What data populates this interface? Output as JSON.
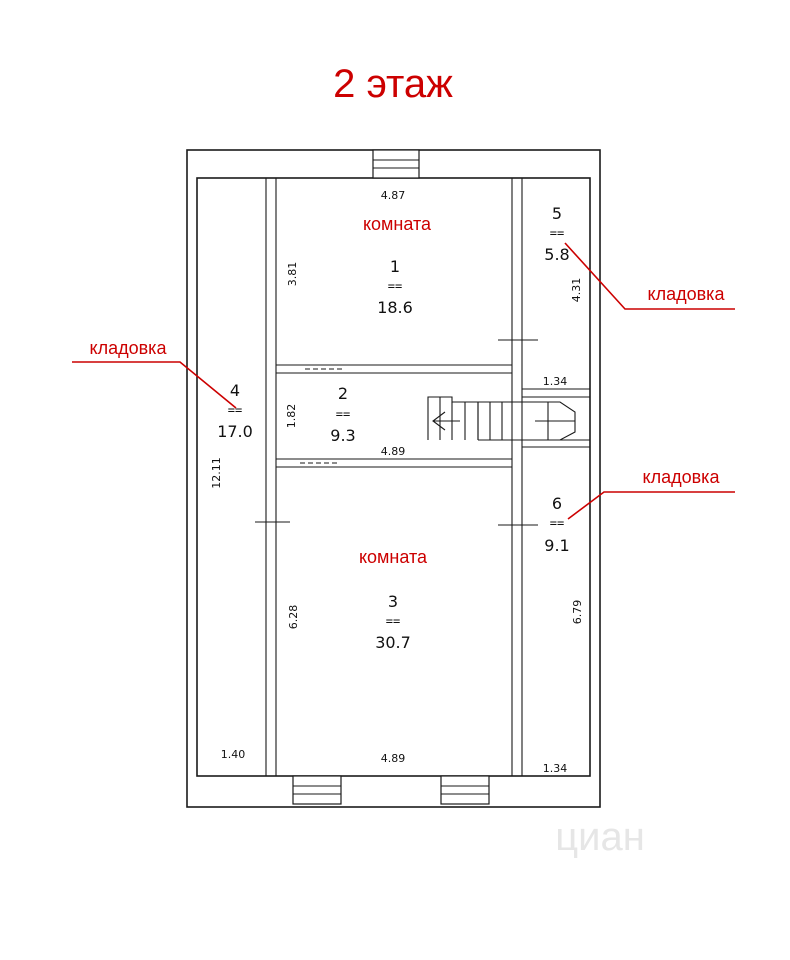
{
  "title": "2 этаж",
  "labels": {
    "room": "комната",
    "storage": "кладовка"
  },
  "equals_sign": "==",
  "rooms": [
    {
      "number": "1",
      "area": "18.6"
    },
    {
      "number": "2",
      "area": "9.3"
    },
    {
      "number": "3",
      "area": "30.7"
    },
    {
      "number": "4",
      "area": "17.0"
    },
    {
      "number": "5",
      "area": "5.8"
    },
    {
      "number": "6",
      "area": "9.1"
    }
  ],
  "dimensions": {
    "room1_width": "4.87",
    "room1_height": "3.81",
    "room2_height": "1.82",
    "room2_width": "4.89",
    "room3_height": "6.28",
    "room3_width": "4.89",
    "room4_height": "12.11",
    "room4_width": "1.40",
    "room5_height": "4.31",
    "room5_width": "1.34",
    "room6_height": "6.79",
    "room6_width": "1.34"
  },
  "watermark": "циан"
}
